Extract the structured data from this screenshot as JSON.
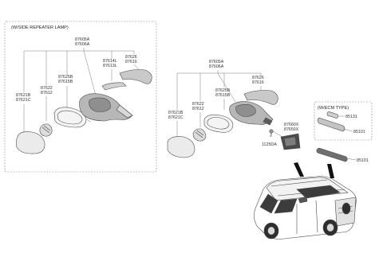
{
  "left_box": {
    "title": "(W/SIDE REPEATER LAMP)",
    "labels": {
      "assy_1": "87605A",
      "assy_2": "87606A",
      "cover_1": "87614L",
      "cover_2": "87613L",
      "cap_1": "87626",
      "cap_2": "87616",
      "glass_holder_1": "87622",
      "glass_holder_2": "87612",
      "actuator_1": "87625B",
      "actuator_2": "87615B",
      "glass_1": "87621B",
      "glass_2": "87621C"
    }
  },
  "right_group": {
    "labels": {
      "assy_1": "87605A",
      "assy_2": "87606A",
      "cap_1": "87626",
      "cap_2": "87616",
      "actuator_1": "87625B",
      "actuator_2": "87615B",
      "glass_holder_1": "87622",
      "glass_holder_2": "87612",
      "glass_1": "87621B",
      "glass_2": "87621C",
      "trim_1": "87660X",
      "trim_2": "87650X",
      "screw": "1125DA"
    }
  },
  "ecm_box": {
    "title": "(W/ECM TYPE)",
    "labels": {
      "lamp": "85131",
      "mirror": "85101"
    }
  },
  "inside_mirror": {
    "label": "85101"
  }
}
